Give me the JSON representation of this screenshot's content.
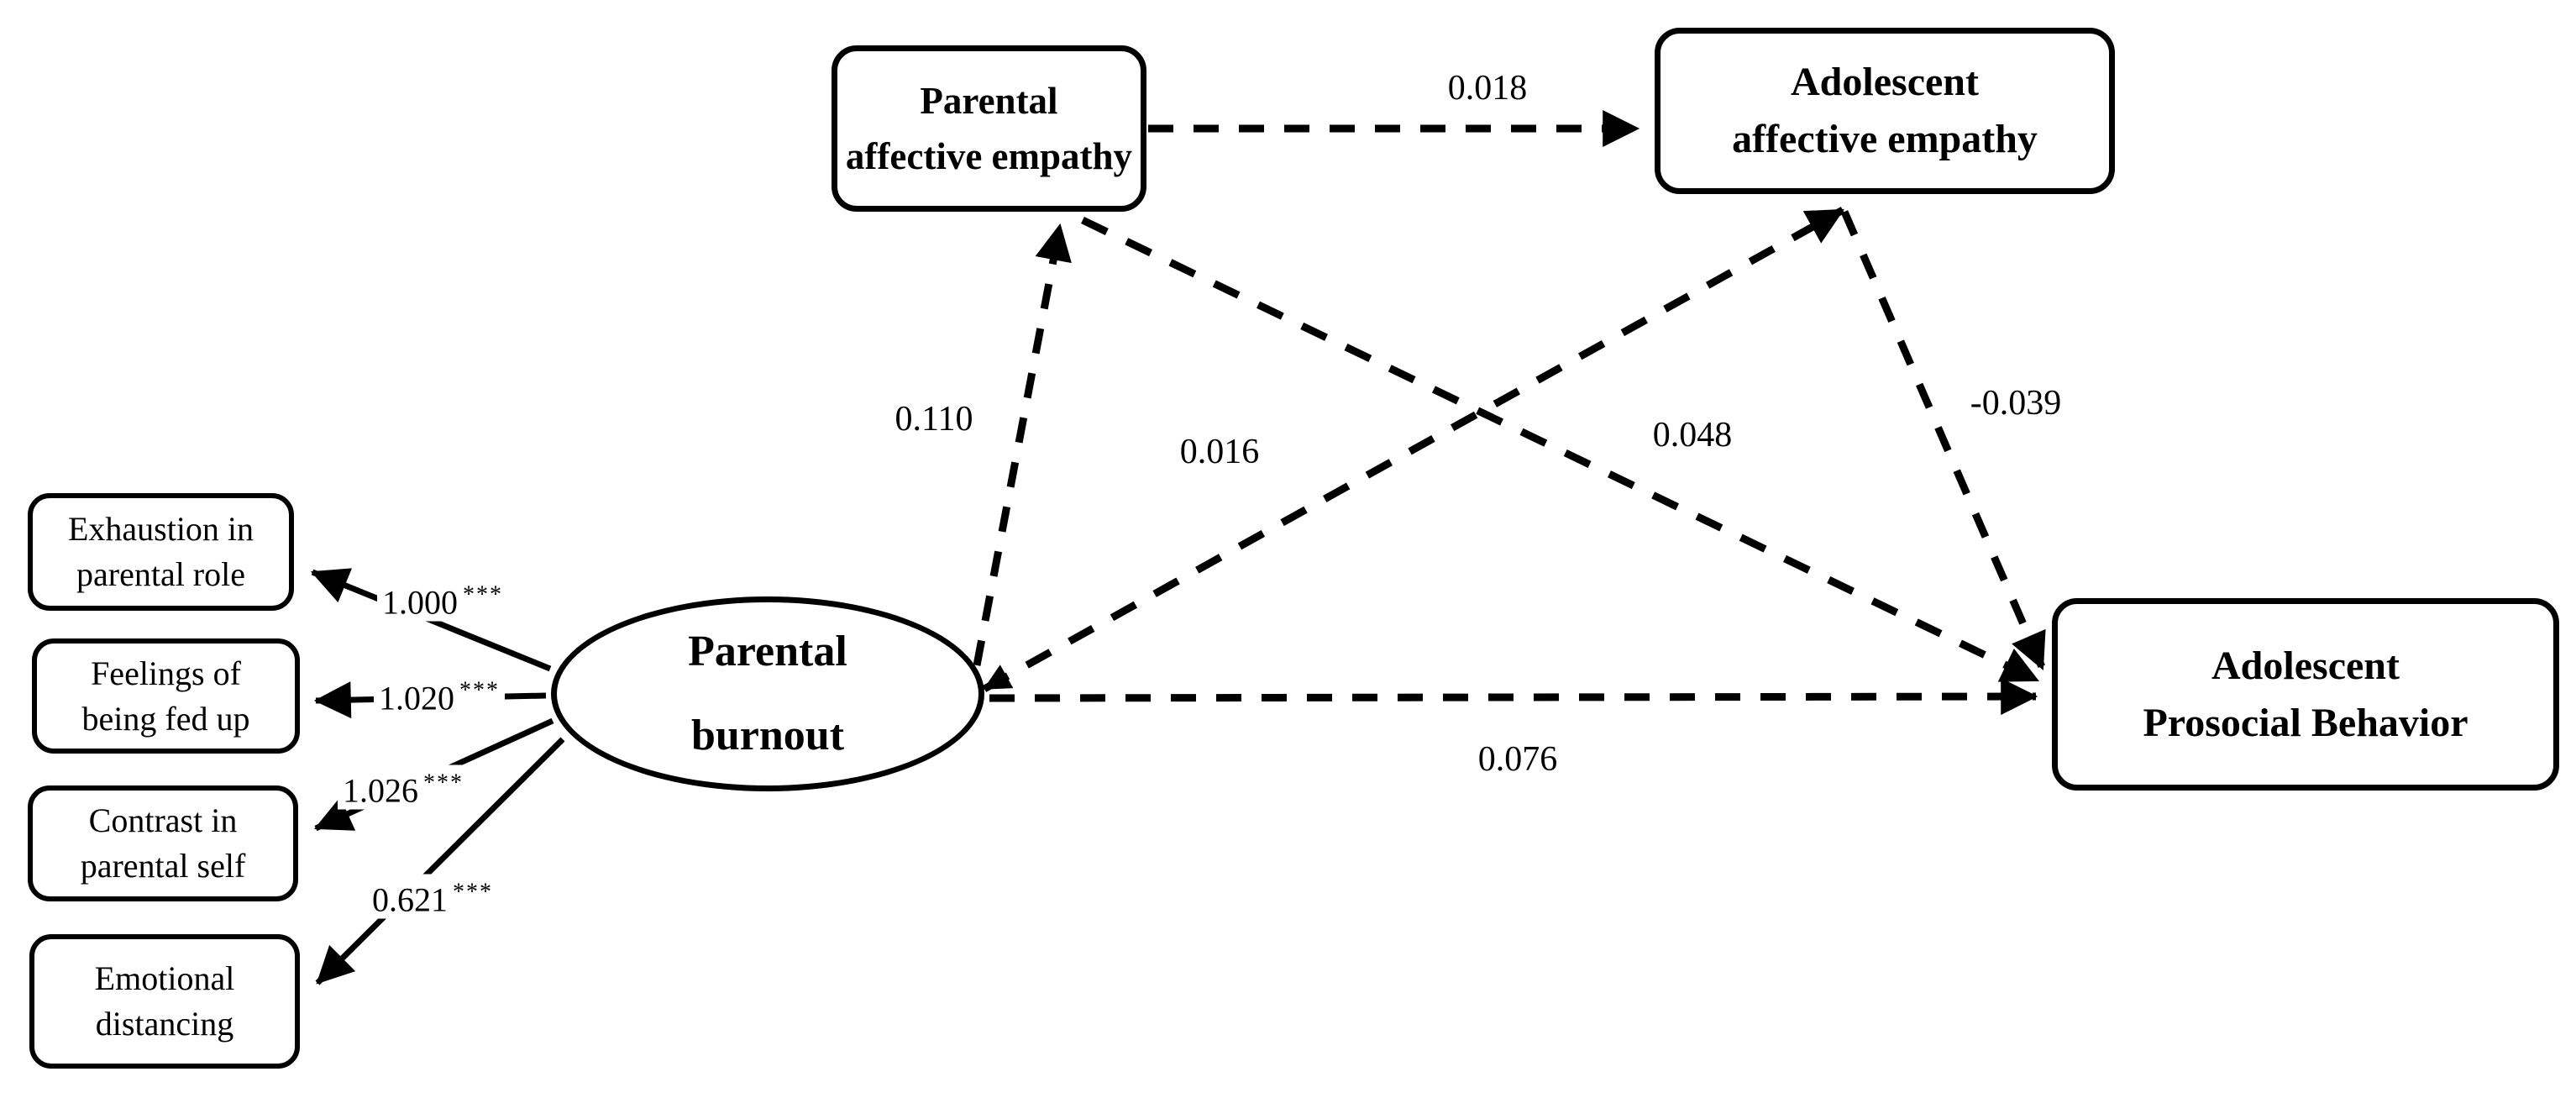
{
  "figure": {
    "background": "#ffffff",
    "line_color": "#000000",
    "latent": {
      "name": "Parental burnout",
      "line1": "Parental",
      "line2": "burnout"
    },
    "constructs": {
      "parental_empathy": {
        "line1": "Parental",
        "line2": "affective empathy"
      },
      "adolescent_empathy": {
        "line1": "Adolescent",
        "line2": "affective empathy"
      },
      "prosocial": {
        "line1": "Adolescent",
        "line2": "Prosocial Behavior"
      }
    },
    "indicators": [
      {
        "line1": "Exhaustion in",
        "line2": "parental role",
        "loading": "1.000",
        "stars": "***"
      },
      {
        "line1": "Feelings of",
        "line2": "being fed up",
        "loading": "1.020",
        "stars": "***"
      },
      {
        "line1": "Contrast in",
        "line2": "parental self",
        "loading": "1.026",
        "stars": "***"
      },
      {
        "line1": "Emotional",
        "line2": "distancing",
        "loading": "0.621",
        "stars": "***"
      }
    ],
    "path_labels": {
      "parental_to_adolescent_empathy": "0.018",
      "burnout_to_parental_empathy": "0.110",
      "burnout_to_adolescent_empathy": "0.016",
      "parental_empathy_to_prosocial": "0.048",
      "adolescent_empathy_to_prosocial": "-0.039",
      "burnout_to_prosocial": "0.076"
    }
  }
}
